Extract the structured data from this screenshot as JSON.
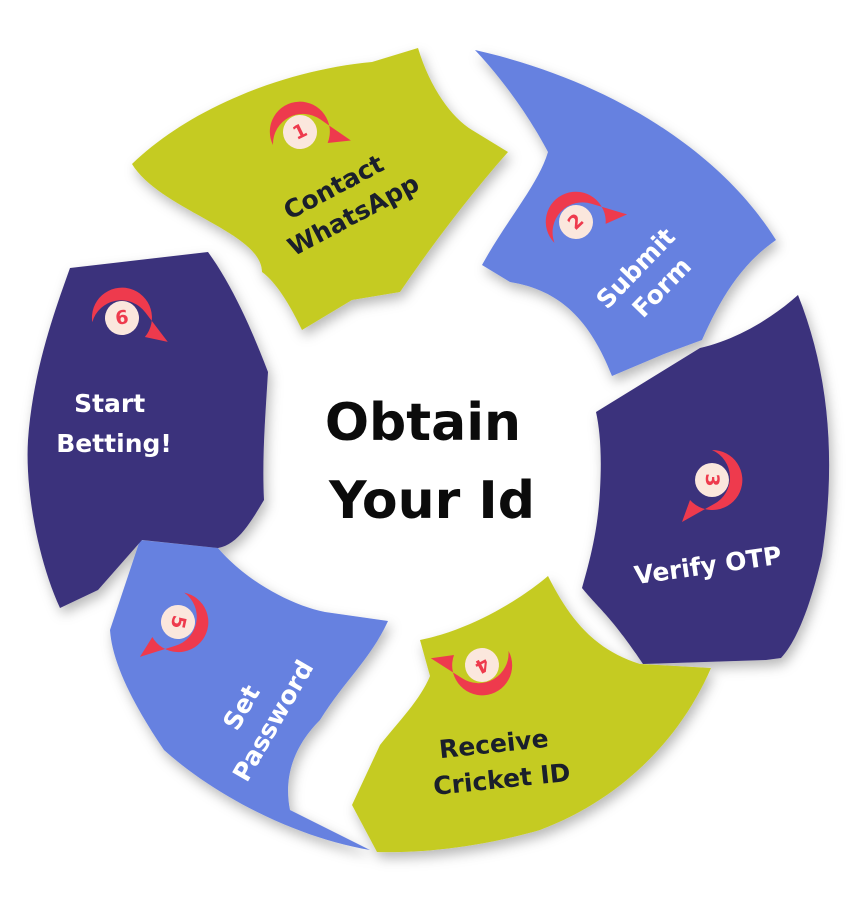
{
  "center_title": {
    "line1": "Obtain",
    "line2": "Your Id"
  },
  "colors": {
    "olive": "#c5cb22",
    "periwinkle": "#6681e0",
    "indigo": "#3b317c",
    "badge": "#ee3a4d",
    "badge_inner": "#fbe7dd",
    "label_dark": "#1a1f2b",
    "label_light": "#ffffff",
    "center_text": "#0b0b0b"
  },
  "steps": [
    {
      "number": "1",
      "line1": "Contact",
      "line2": "WhatsApp",
      "color": "olive"
    },
    {
      "number": "2",
      "line1": "Submit",
      "line2": "Form",
      "color": "periwinkle"
    },
    {
      "number": "3",
      "line1": "Verify OTP",
      "line2": "",
      "color": "indigo"
    },
    {
      "number": "4",
      "line1": "Receive",
      "line2": "Cricket ID",
      "color": "olive"
    },
    {
      "number": "5",
      "line1": "Set",
      "line2": "Password",
      "color": "periwinkle"
    },
    {
      "number": "6",
      "line1": "Start",
      "line2": "Betting!",
      "color": "indigo"
    }
  ]
}
